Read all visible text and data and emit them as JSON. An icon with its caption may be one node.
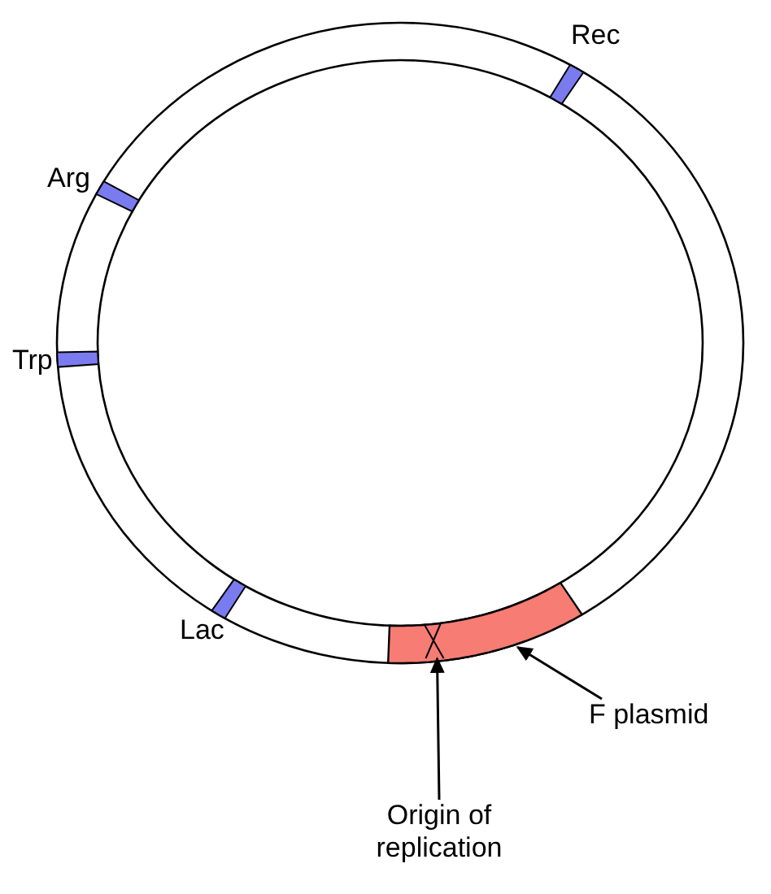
{
  "diagram": {
    "nodes": [
      {
        "text": [
          "F plasmid"
        ]
      },
      {
        "text": [
          "Origin of replication"
        ]
      },
      {
        "text": [],
        "shape": "bar"
      },
      {
        "text": [],
        "shape": "cross",
        "in": 2
      }
    ],
    "edges": [
      {
        "from": 0,
        "to": 2,
        "arrow": "to"
      },
      {
        "from": 1,
        "to": 3,
        "arrow": "to"
      }
    ],
    "labels": [
      "Rec",
      "Arg",
      "Trp",
      "Lac"
    ]
  }
}
